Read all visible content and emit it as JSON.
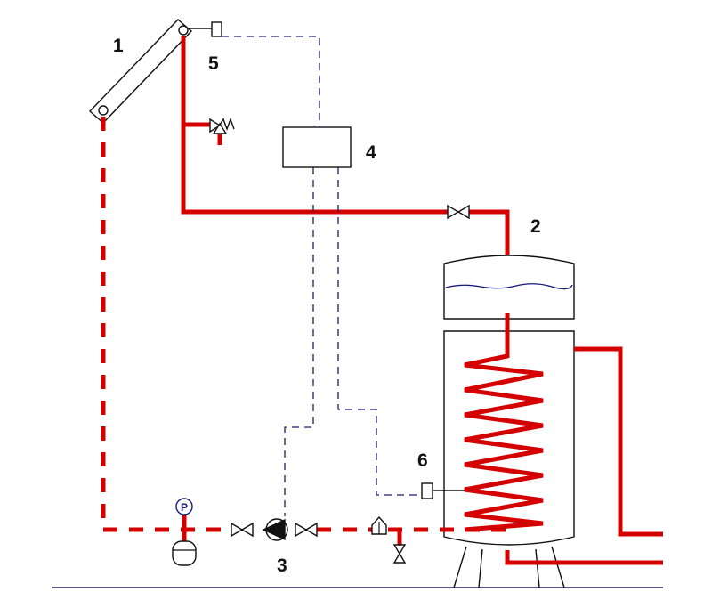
{
  "diagram": {
    "labels": {
      "collector": "1",
      "tank": "2",
      "pump": "3",
      "controller": "4",
      "collector_sensor": "5",
      "tank_sensor": "6"
    },
    "gauge_letter": "P",
    "colors": {
      "pipe": "#d40000",
      "signal_line": "#1a1a7a",
      "outline": "#111111",
      "ground": "#222255"
    }
  }
}
